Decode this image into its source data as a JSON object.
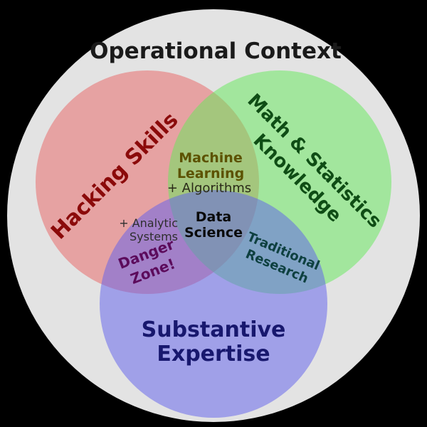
{
  "title": "Operational Context",
  "colors": {
    "background": "#000000",
    "outer_circle": "#e3e3e3",
    "title_text": "#1a1a1a",
    "hacking_fill": "#e96161",
    "math_fill": "#62ea58",
    "substantive_fill": "#5d5dee",
    "hacking_text": "#8b0a0a",
    "math_text": "#0f4d15",
    "substantive_text": "#18186e",
    "machine_learning_text": "#5c5200",
    "algorithms_text": "#2a2a18",
    "data_science_text": "#0a0a0a",
    "analytic_text": "#2e2e2e",
    "danger_text": "#5c0b5c",
    "traditional_text": "#0e4040"
  },
  "sets": {
    "hacking": {
      "label": "Hacking Skills"
    },
    "math": {
      "line1": "Math & Statistics",
      "line2": "Knowledge"
    },
    "substantive": {
      "line1": "Substantive",
      "line2": "Expertise"
    }
  },
  "intersections": {
    "machine_learning": {
      "line1": "Machine",
      "line2": "Learning",
      "note": "+ Algorithms"
    },
    "danger_zone": {
      "note_line1": "+ Analytic",
      "note_line2": "Systems",
      "line1": "Danger",
      "line2": "Zone!"
    },
    "traditional": {
      "line1": "Traditional",
      "line2": "Research"
    },
    "data_science": {
      "line1": "Data",
      "line2": "Science"
    }
  }
}
